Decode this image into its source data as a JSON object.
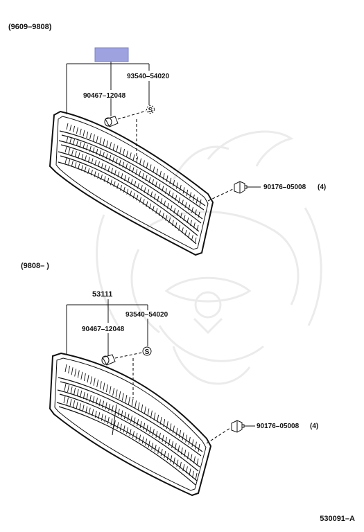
{
  "sections": [
    {
      "range": "(9609–9808)",
      "grille_part_no": "",
      "grille_part_highlight": "#9ea3e0",
      "clip_part_no": "90467–12048",
      "seal_part_no": "93540–54020",
      "seal_symbol": "S",
      "nut_part_no": "90176–05008",
      "nut_qty": "(4)"
    },
    {
      "range": "(9808–        )",
      "grille_part_no": "53111",
      "clip_part_no": "90467–12048",
      "seal_part_no": "93540–54020",
      "seal_symbol": "S",
      "nut_part_no": "90176–05008",
      "nut_qty": "(4)"
    }
  ],
  "illustration_no": "530091–A"
}
